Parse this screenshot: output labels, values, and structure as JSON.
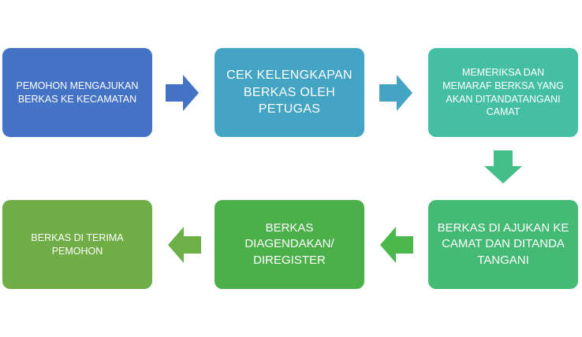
{
  "steps": [
    {
      "id": 1,
      "text": "PEMOHON MENGAJUKAN\nBERKAS KE KECAMATAN",
      "color": "#4472C4"
    },
    {
      "id": 2,
      "text": "CEK KELENGKAPAN\nBERKAS OLEH\nPETUGAS",
      "color": "#43A4C3"
    },
    {
      "id": 3,
      "text": "MEMERIKSA DAN\nMEMARAF BERKSA YANG\nAKAN DITANDATANGANI\nCAMAT",
      "color": "#45BFA4"
    },
    {
      "id": 4,
      "text": "BERKAS DI AJUKAN KE\nCAMAT DAN DITANDA\nTANGANI",
      "color": "#45BA74"
    },
    {
      "id": 5,
      "text": "BERKAS\nDIAGENDAKAN/\nDIREGISTER",
      "color": "#4BB04A"
    },
    {
      "id": 6,
      "text": "BERKAS DI TERIMA\nPEMOHON",
      "color": "#70AD47"
    }
  ],
  "arrows": [
    {
      "id": "1-2",
      "color": "#4472C4"
    },
    {
      "id": "2-3",
      "color": "#43A4C3"
    },
    {
      "id": "3-4",
      "color": "#45BF8A"
    },
    {
      "id": "4-5",
      "color": "#4BB84E"
    },
    {
      "id": "5-6",
      "color": "#6CB047"
    }
  ]
}
